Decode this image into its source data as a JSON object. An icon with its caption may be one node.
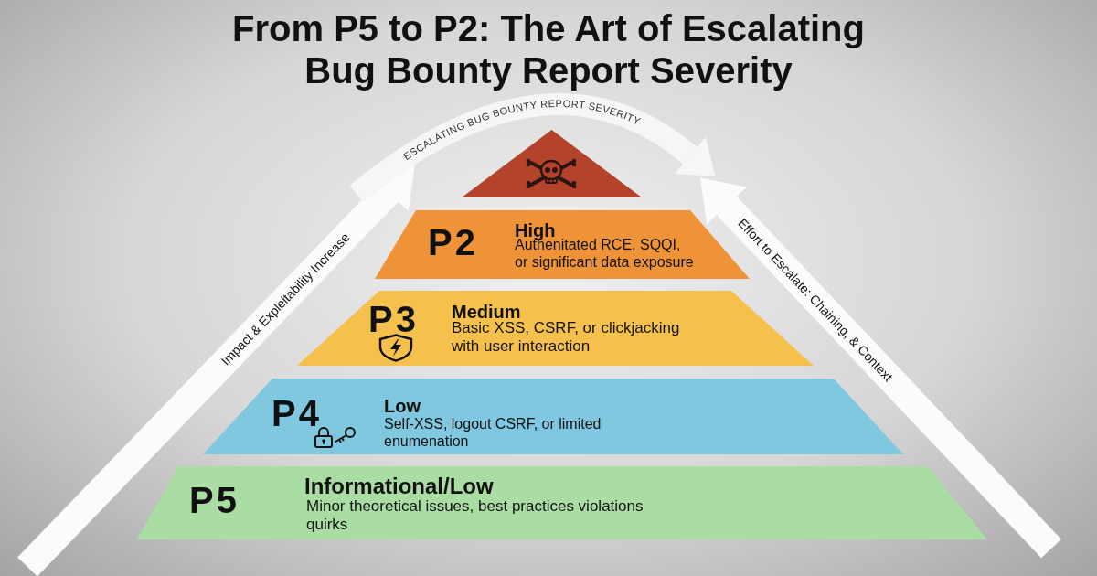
{
  "diagram": {
    "title": "From P5 to P2: The Art of Escalating Bug Bounty Report Severity",
    "nodes": [
      {
        "text": [],
        "shape": "triangle"
      },
      {
        "text": [
          "P2",
          "High",
          "Authenitated RCE, SQQI, or significant data exposure"
        ]
      },
      {
        "text": [
          "P3",
          "Medium",
          "Basic XSS, CSRF, or clickjacking with user interaction"
        ]
      },
      {
        "text": [
          "P4",
          "Low",
          "Self-XSS, logout CSRF, or limited enumenation"
        ]
      },
      {
        "text": [
          "P5",
          "Informational/Low",
          "Minor theoretical issues, best practices violations quirks"
        ]
      }
    ],
    "labels": [
      "ESCALATING BUG BOUNTY REPORT SEVERITY",
      "Impact & Expleitability Increase",
      "Effort to Escalate: Chaining, & Context"
    ]
  }
}
